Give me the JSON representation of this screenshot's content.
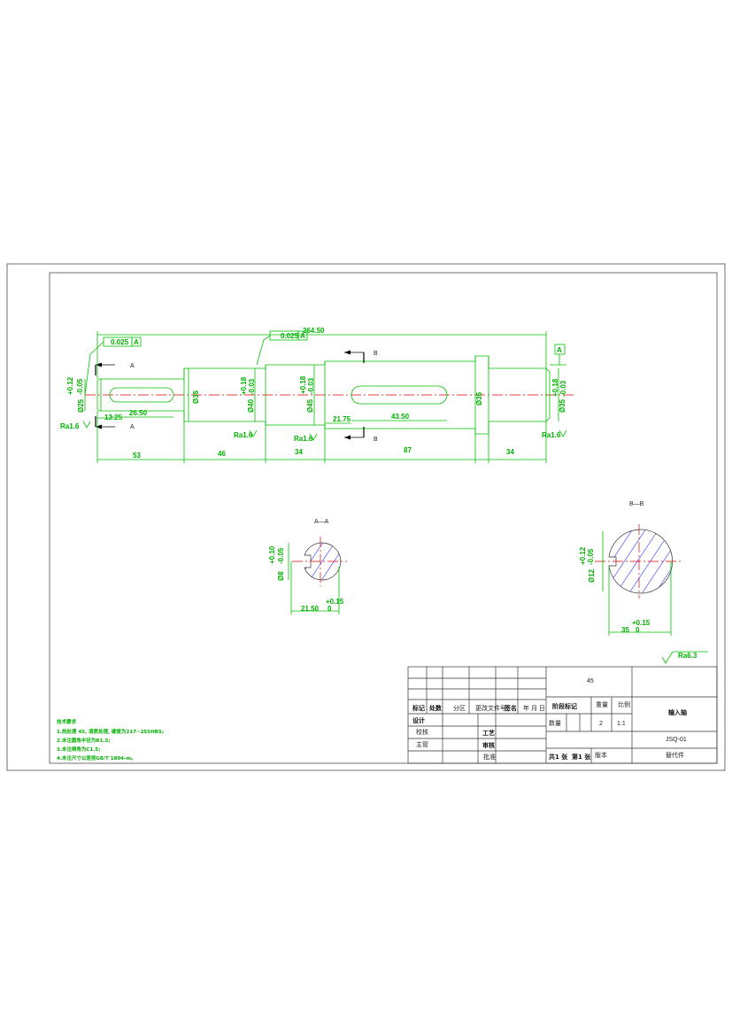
{
  "drawing": {
    "views": {
      "main": {
        "section_marks": [
          "A",
          "A",
          "B",
          "B"
        ],
        "datum_label": "A",
        "length_dims": [
          "264.50",
          "53",
          "46",
          "34",
          "87",
          "34"
        ],
        "feature_dims": [
          "13.25",
          "26.50",
          "21.75",
          "43.50"
        ],
        "diameter_dims": [
          "Ø25",
          "Ø35",
          "Ø40",
          "Ø45",
          "Ø35",
          "Ø35"
        ],
        "tolerance_upper": [
          "+0.12",
          "+0.18",
          "+0.18",
          "+0.18"
        ],
        "tolerance_lower": [
          "-0.05",
          "-0.03",
          "-0.03",
          "-0.03"
        ],
        "geo_tolerance": [
          "0.025",
          "A",
          "0.025",
          "A"
        ],
        "roughness": [
          "Ra1.6",
          "Ra1.6",
          "Ra1.6",
          "Ra1.6"
        ]
      },
      "section_a": {
        "title": "A—A",
        "dia": "Ø8",
        "tol_upper": "+0.10",
        "tol_lower": "-0.05",
        "width_dim": "21.50",
        "width_tol_upper": "+0.15",
        "width_tol_lower": "0"
      },
      "section_b": {
        "title": "B—B",
        "dia": "Ø12",
        "tol_upper": "+0.12",
        "tol_lower": "-0.05",
        "width_dim": "35",
        "width_tol_upper": "+0.15",
        "width_tol_lower": "0"
      }
    },
    "surface_finish_symbol": "Ra6.3",
    "notes": {
      "heading": "技术要求",
      "items": [
        "1.热处理 45, 调质处理, 硬度为217~255HBS;",
        "2.未注圆角半径为R1.5;",
        "3.未注倒角为C1.5;",
        "4.未注尺寸公差按GB/T 1804-m。"
      ]
    },
    "title_block": {
      "material": "45",
      "part_name": "输入轴",
      "drawing_no": "JSQ-01",
      "scale_label": "比例",
      "scale": "1:1",
      "weight_label": "重量",
      "quantity_label": "数量",
      "quantity": "2",
      "stage_label": "阶段标记",
      "mark_label": "标记",
      "count_label": "处数",
      "zone_label": "分区",
      "change_label": "更改文件号",
      "sign_label": "签名",
      "date_label": "年 月 日",
      "design_label": "设计",
      "check_label": "校核",
      "chief_label": "主管",
      "process_label": "工艺",
      "review_label": "审核",
      "approve_label": "批准",
      "total_sheets": "共1 张",
      "sheet_no": "第1 张",
      "version_label": "版本",
      "replaces_label": "替代件"
    }
  }
}
